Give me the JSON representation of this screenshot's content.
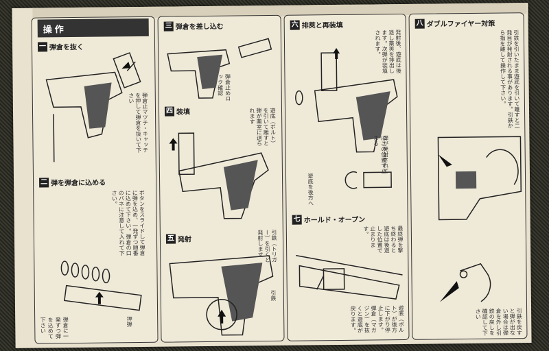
{
  "section": {
    "title": "操作"
  },
  "panels": {
    "p1": {
      "num": "一",
      "label": "弾倉を抜く",
      "text": "弾倉止マツチ・キャッチを押して弾倉を抜いて下さい"
    },
    "p2": {
      "num": "二",
      "label": "弾を弾倉に込める",
      "text": "ボタンをスライドして弾倉に弾を込め、一発ずつ順番に込めて下さい。弾倉の口のバネに注意して入れて下さい。",
      "caption1": "押弾",
      "caption2": "弾倉に一発ずつ弾を込めて下さい"
    },
    "p3": {
      "num": "三",
      "label": "弾倉を差し込む",
      "caption": "弾倉止めロック確認"
    },
    "p4": {
      "num": "四",
      "label": "装填",
      "text": "遊底（ボルト）を引いて離すと弾が薬室に送られます"
    },
    "p5": {
      "num": "五",
      "label": "発射",
      "text": "引鉄（トリガー）を引くと発射します",
      "caption": "引鉄"
    },
    "p6": {
      "num": "六",
      "label": "排莢と再装填",
      "text": "発射後、遊底は後退し薬莢を排出します。次弾が装填されます。",
      "caption1": "弾が発射されて",
      "caption2": "にこの位置で止まる",
      "caption3": "遊底を後方へ"
    },
    "p7": {
      "num": "七",
      "label": "ホールド・オープン",
      "text": "最終弾を撃ち終わると遊底は後退した位置で止まります。",
      "caption": "遊底（ボルト）が後方に下がり停止します。弾倉（マガジン）を抜くと遊底が戻ります。"
    },
    "p8": {
      "num": "八",
      "label": "ダブルファイヤー対策",
      "text": "引鉄を引いたまま遊底を引いて離すと二発目が発射される事があります。引鉄から指を離して操作して下さい。",
      "caption": "引鉄を戻すと弾が出ない場合は弾倉を外し引鉄の戻しを確認して下さい"
    }
  }
}
